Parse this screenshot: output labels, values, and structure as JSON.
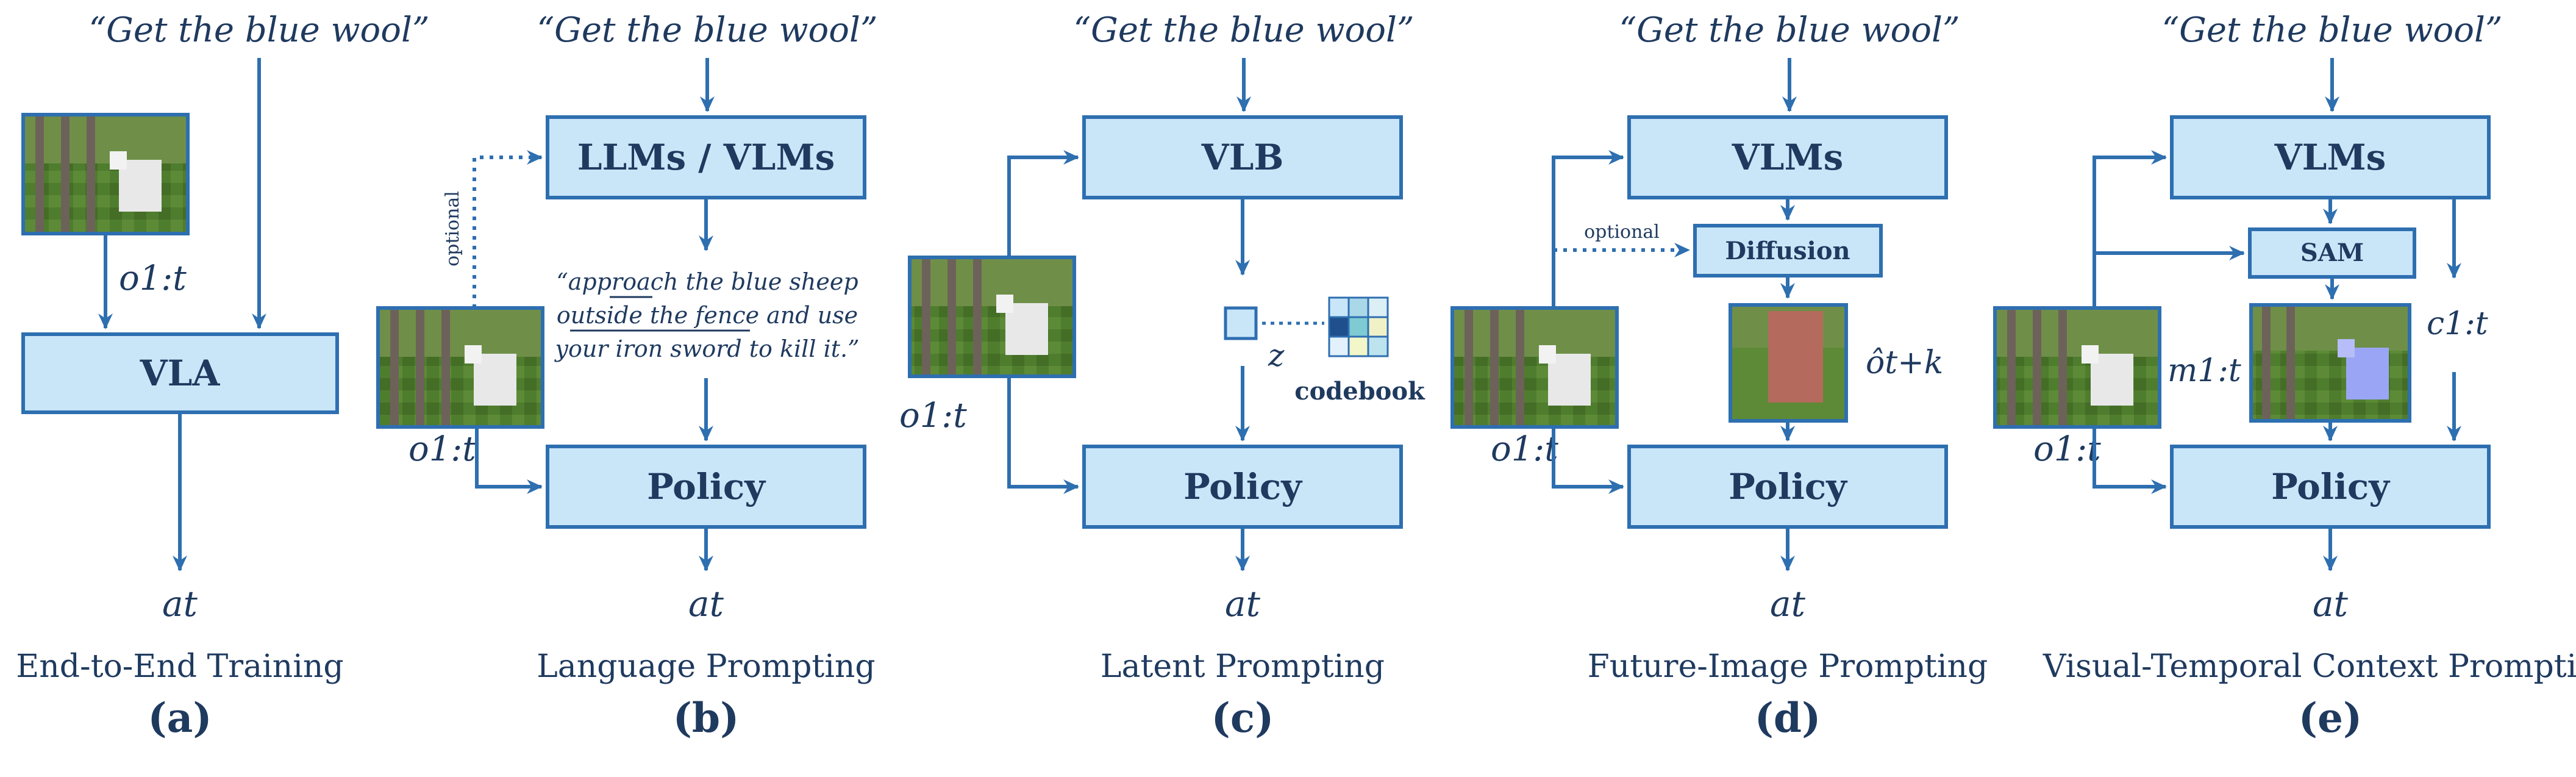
{
  "colors": {
    "line": "#2e6fb0",
    "box_fill": "#c9e6f9",
    "box_stroke": "#2e6fb0",
    "text": "#1f3a5f"
  },
  "panels": [
    {
      "id": "(a)",
      "caption": "End-to-End Training",
      "instruction": "“Get the blue wool”",
      "box": "VLA",
      "obs_label": "o1:t",
      "action_label": "at"
    },
    {
      "id": "(b)",
      "caption": "Language Prompting",
      "instruction": "“Get the blue wool”",
      "top_box": "LLMs / VLMs",
      "optional_label": "optional",
      "prompt_lines": [
        "“approach the blue sheep",
        "outside the fence and use",
        "your iron sword to kill it.”"
      ],
      "policy_box": "Policy",
      "obs_label": "o1:t",
      "action_label": "at"
    },
    {
      "id": "(c)",
      "caption": "Latent Prompting",
      "instruction": "“Get the blue wool”",
      "top_box": "VLB",
      "latent_label": "z",
      "codebook_label": "codebook",
      "policy_box": "Policy",
      "obs_label": "o1:t",
      "action_label": "at"
    },
    {
      "id": "(d)",
      "caption": "Future-Image Prompting",
      "instruction": "“Get the blue wool”",
      "top_box": "VLMs",
      "mid_box": "Diffusion",
      "optional_label": "optional",
      "future_label": "ôt+k",
      "policy_box": "Policy",
      "obs_label": "o1:t",
      "action_label": "at"
    },
    {
      "id": "(e)",
      "caption": "Visual-Temporal Context Prompting",
      "instruction": "“Get the blue wool”",
      "top_box": "VLMs",
      "mid_box": "SAM",
      "mask_label": "m1:t",
      "context_label": "c1:t",
      "policy_box": "Policy",
      "obs_label": "o1:t",
      "action_label": "at"
    }
  ]
}
